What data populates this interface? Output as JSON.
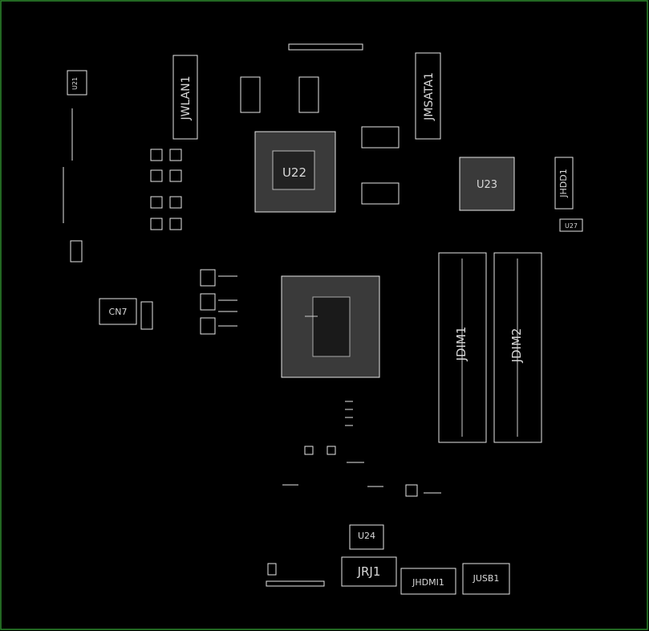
{
  "board": {
    "outline_color": "#2e8b2e",
    "trace_color": "#e6e6e6",
    "background": "#000000"
  },
  "labels": {
    "u21": "U21",
    "jwlan1": "JWLAN1",
    "jmsata1": "JMSATA1",
    "u22": "U22",
    "u23": "U23",
    "jhdd1": "JHDD1",
    "u27": "U27",
    "cn7": "CN7",
    "jdim1": "JDIM1",
    "jdim2": "JDIM2",
    "u24": "U24",
    "jrj1": "JRJ1",
    "jhdmi1": "JHDMI1",
    "jusb1": "JUSB1"
  }
}
